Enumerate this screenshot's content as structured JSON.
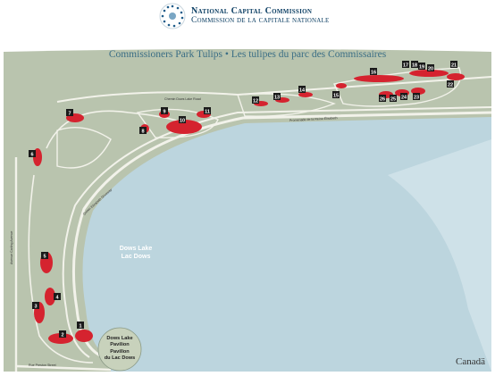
{
  "header": {
    "org_en": "National Capital Commission",
    "org_fr": "Commission de la capitale nationale"
  },
  "map": {
    "title": "Commissioners Park Tulips • Les tulipes du parc des Commissaires",
    "water_en": "Dows Lake",
    "water_fr": "Lac Dows",
    "pavilion_en": "Dows Lake",
    "pavilion_en2": "Pavilion",
    "pavilion_fr": "Pavillon",
    "pavilion_fr2": "du Lac Dows",
    "roads": {
      "dows_lake_road": "Chemin Dows Lake Road",
      "queen_elizabeth": "Promenade de la Reine-Élisabeth",
      "queen_elizabeth_driveway": "Queen Elizabeth Driveway",
      "preston": "Rue Preston Street",
      "carling": "Avenue Carling Avenue"
    },
    "beds": [
      "1",
      "2",
      "3",
      "4",
      "5",
      "6",
      "7",
      "8",
      "9",
      "10",
      "11",
      "12",
      "13",
      "14",
      "15",
      "16",
      "17",
      "18",
      "19",
      "20",
      "21",
      "22",
      "23",
      "24",
      "25",
      "26"
    ]
  },
  "footer": {
    "wordmark": "Canadä"
  },
  "colors": {
    "land": "#b9c4ae",
    "water": "#bcd5de",
    "path": "#f2f2ea",
    "tulip_bed": "#d5232f",
    "label_box": "#1a1a1a"
  }
}
